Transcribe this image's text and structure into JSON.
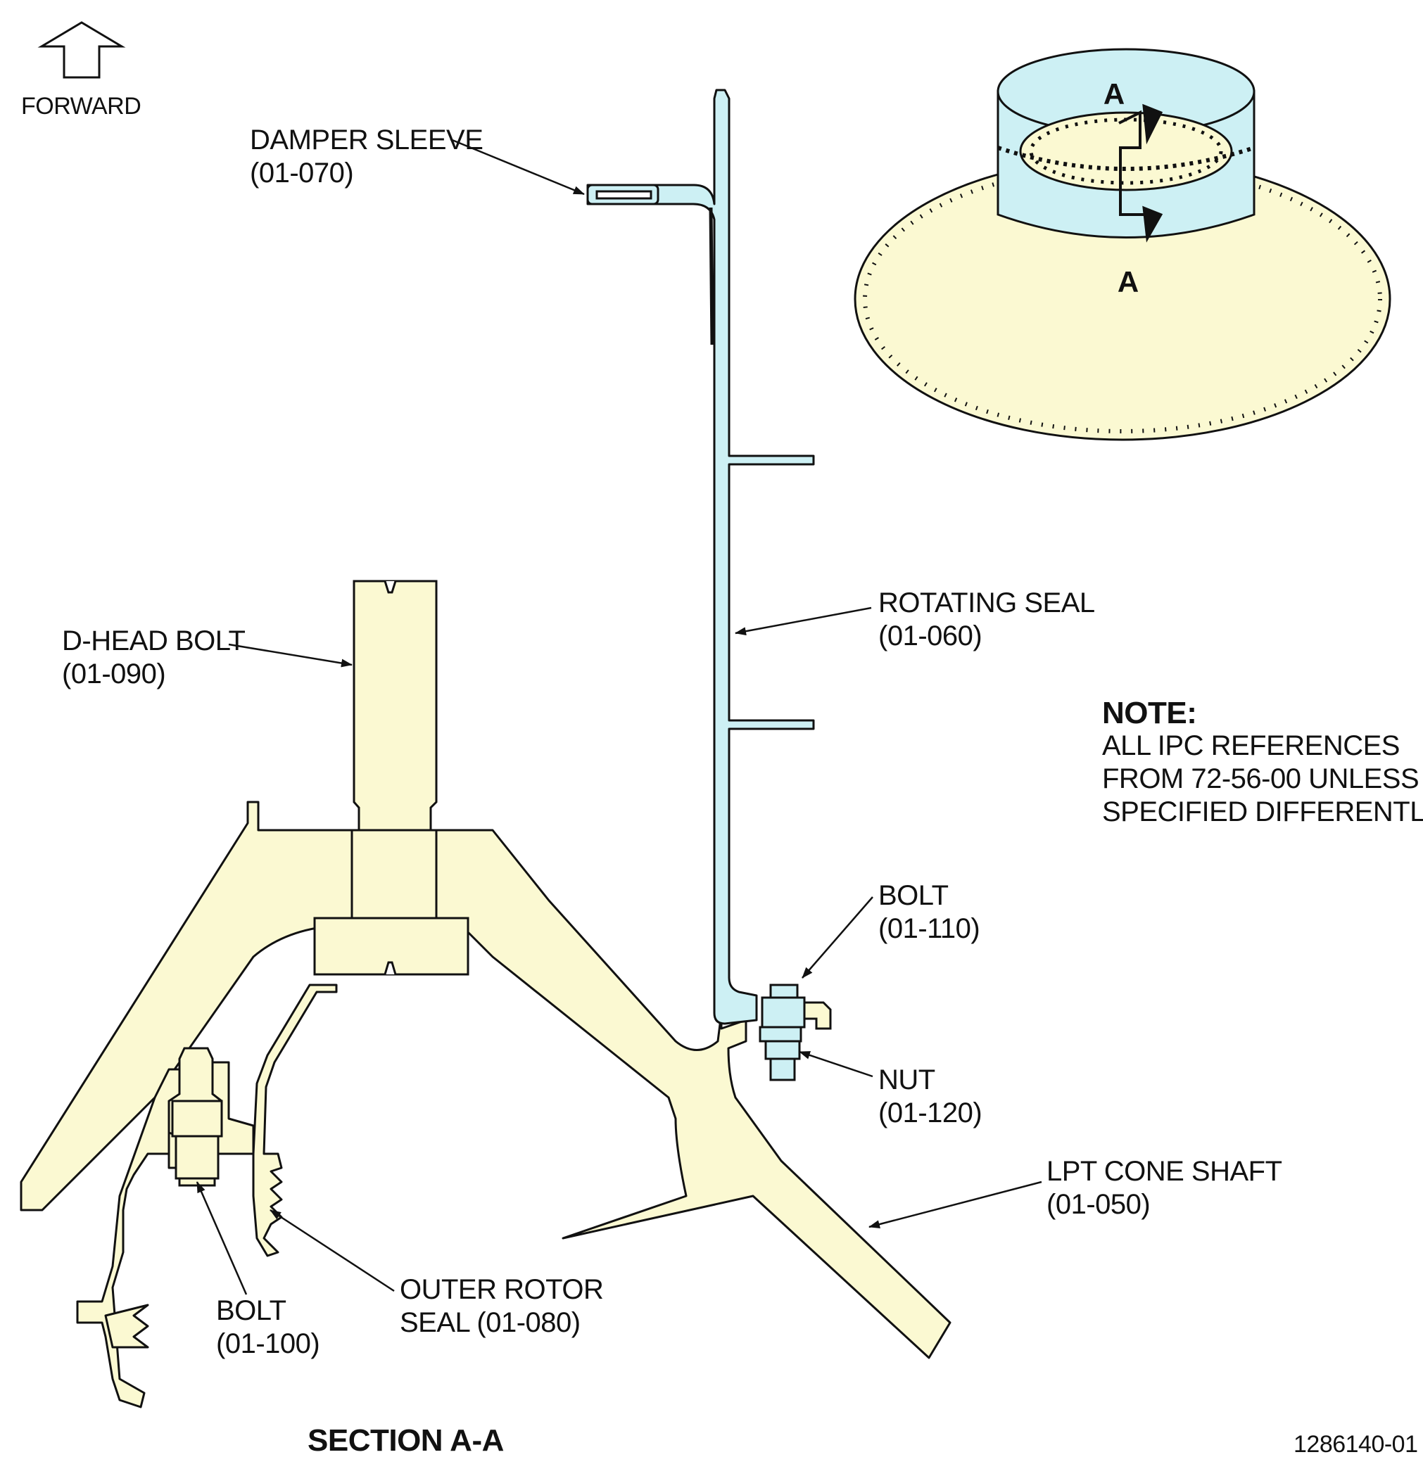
{
  "forward_label": "FORWARD",
  "section_title": "SECTION A-A",
  "figure_number": "1286140-01",
  "section_marker": "A",
  "callouts": {
    "damper_sleeve": {
      "name": "DAMPER SLEEVE",
      "ref": "(01-070)"
    },
    "dhead_bolt": {
      "name": "D-HEAD BOLT",
      "ref": "(01-090)"
    },
    "rotating_seal": {
      "name": "ROTATING SEAL",
      "ref": "(01-060)"
    },
    "bolt_110": {
      "name": "BOLT",
      "ref": "(01-110)"
    },
    "nut_120": {
      "name": "NUT",
      "ref": "(01-120)"
    },
    "lpt_cone_shaft": {
      "name": "LPT CONE SHAFT",
      "ref": "(01-050)"
    },
    "outer_rotor_seal": {
      "name": "OUTER ROTOR",
      "ref": "SEAL (01-080)"
    },
    "bolt_100": {
      "name": "BOLT",
      "ref": "(01-100)"
    }
  },
  "note": {
    "heading": "NOTE:",
    "lines": [
      "ALL IPC REFERENCES",
      "FROM 72-56-00 UNLESS",
      "SPECIFIED DIFFERENTLY."
    ]
  },
  "colors": {
    "part_fill": "#fbf9d2",
    "seal_fill": "#cdf0f4",
    "outline": "#111111",
    "background": "#ffffff"
  }
}
